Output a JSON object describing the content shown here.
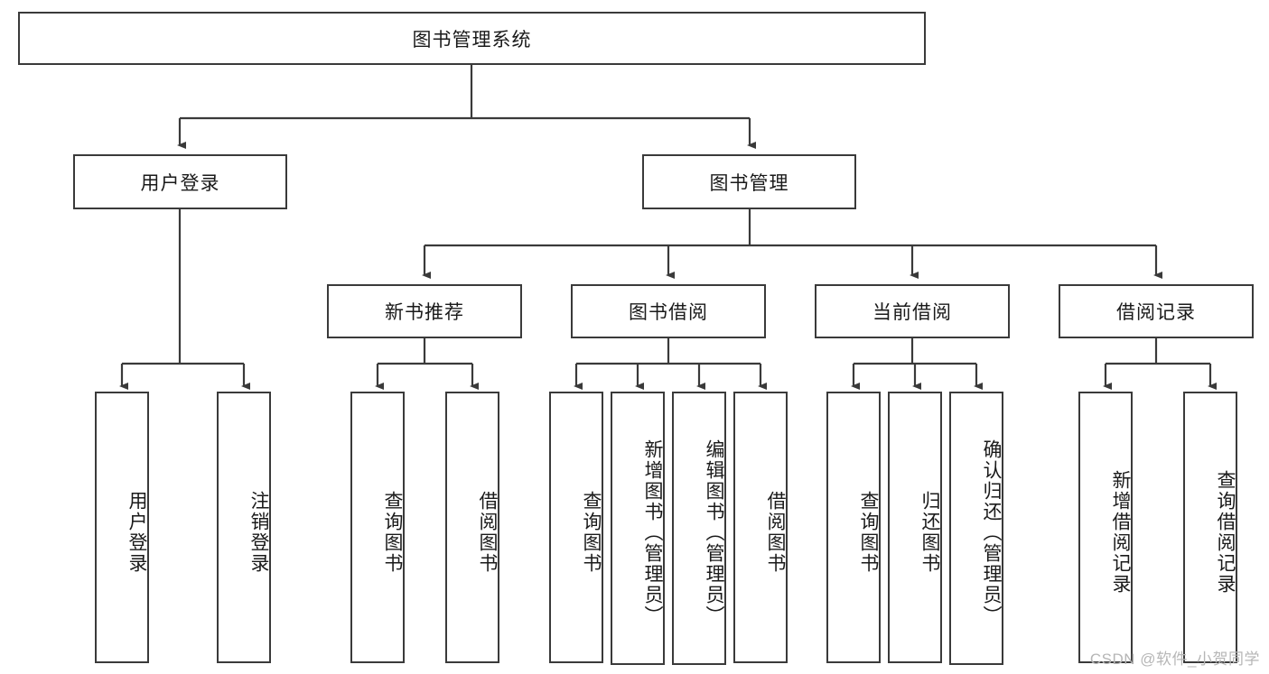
{
  "diagram": {
    "type": "tree-hierarchy",
    "title_node": {
      "label": "图书管理系统"
    },
    "level2": [
      {
        "id": "user-login",
        "label": "用户登录"
      },
      {
        "id": "book-management",
        "label": "图书管理"
      }
    ],
    "level3": [
      {
        "id": "new-book-recommend",
        "label": "新书推荐"
      },
      {
        "id": "book-borrow",
        "label": "图书借阅"
      },
      {
        "id": "current-borrow",
        "label": "当前借阅"
      },
      {
        "id": "borrow-record",
        "label": "借阅记录"
      }
    ],
    "leaves": {
      "user_login": [
        {
          "id": "leaf-user-login",
          "label": "用户登录"
        },
        {
          "id": "leaf-logout-login",
          "label": "注销登录"
        }
      ],
      "new_book_recommend": [
        {
          "id": "leaf-query-book-1",
          "label": "查询图书"
        },
        {
          "id": "leaf-borrow-book-1",
          "label": "借阅图书"
        }
      ],
      "book_borrow": [
        {
          "id": "leaf-query-book-2",
          "label": "查询图书"
        },
        {
          "id": "leaf-add-book",
          "label": "新增图书（管理员）"
        },
        {
          "id": "leaf-edit-book",
          "label": "编辑图书（管理员）"
        },
        {
          "id": "leaf-borrow-book-2",
          "label": "借阅图书"
        }
      ],
      "current_borrow": [
        {
          "id": "leaf-query-book-3",
          "label": "查询图书"
        },
        {
          "id": "leaf-return-book",
          "label": "归还图书"
        },
        {
          "id": "leaf-confirm-return",
          "label": "确认归还（管理员）"
        }
      ],
      "borrow_record": [
        {
          "id": "leaf-add-record",
          "label": "新增借阅记录"
        },
        {
          "id": "leaf-query-record",
          "label": "查询借阅记录"
        }
      ]
    },
    "watermark": "CSDN @软件_小贺同学",
    "colors": {
      "border": "#3a3a3a",
      "background": "#ffffff",
      "text": "#1a1a1a",
      "watermark": "#b6b6b6"
    }
  }
}
